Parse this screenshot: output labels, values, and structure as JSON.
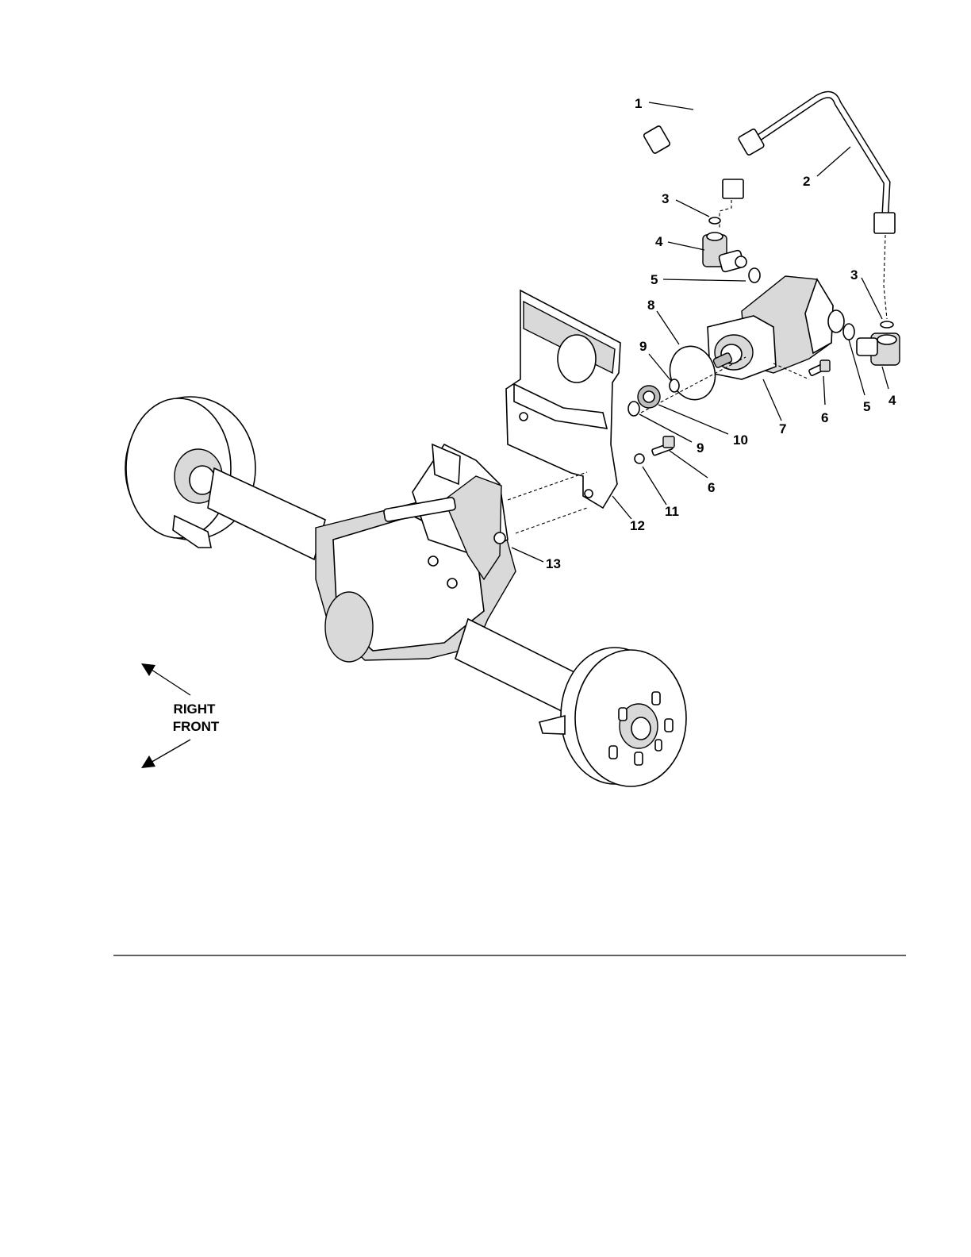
{
  "diagram": {
    "callouts": [
      {
        "id": "c1",
        "text": "1"
      },
      {
        "id": "c2",
        "text": "2"
      },
      {
        "id": "c3a",
        "text": "3"
      },
      {
        "id": "c3b",
        "text": "3"
      },
      {
        "id": "c4a",
        "text": "4"
      },
      {
        "id": "c4b",
        "text": "4"
      },
      {
        "id": "c5a",
        "text": "5"
      },
      {
        "id": "c5b",
        "text": "5"
      },
      {
        "id": "c6a",
        "text": "6"
      },
      {
        "id": "c6b",
        "text": "6"
      },
      {
        "id": "c7",
        "text": "7"
      },
      {
        "id": "c8",
        "text": "8"
      },
      {
        "id": "c9a",
        "text": "9"
      },
      {
        "id": "c9b",
        "text": "9"
      },
      {
        "id": "c10",
        "text": "10"
      },
      {
        "id": "c11",
        "text": "11"
      },
      {
        "id": "c12",
        "text": "12"
      },
      {
        "id": "c13",
        "text": "13"
      }
    ],
    "direction": {
      "line1": "RIGHT",
      "line2": "FRONT"
    }
  }
}
